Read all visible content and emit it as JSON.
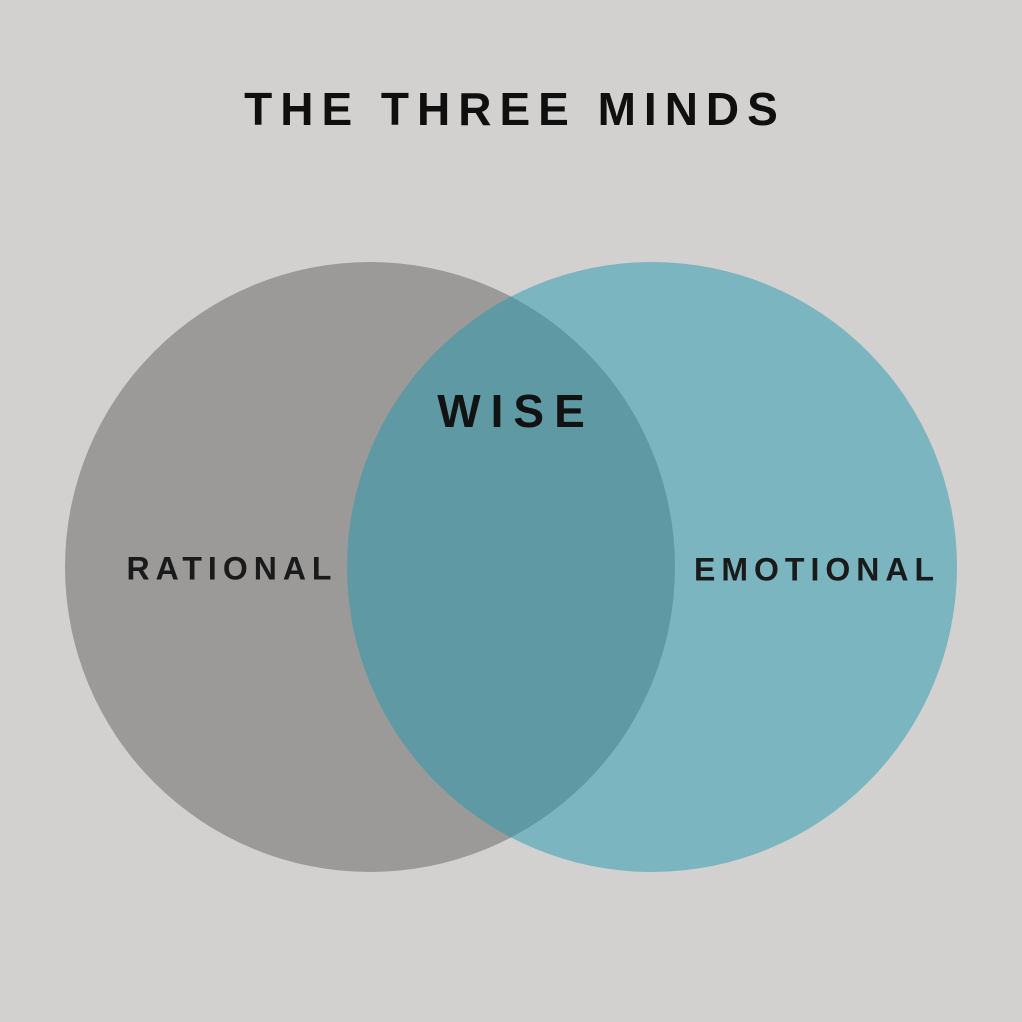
{
  "title": "THE THREE MINDS",
  "labels": {
    "left": "RATIONAL",
    "right": "EMOTIONAL",
    "overlap": "WISE"
  },
  "colors": {
    "background": "#d2d1d0",
    "rational_circle": "#9b9a99",
    "emotional_circle": "rgba(35, 153, 175, 0.5)",
    "emotional_circle_apparent": "#7cb9c4",
    "overlap_apparent": "#5f99a4",
    "title_text": "#0f0f0f",
    "label_text": "#1a1a1a"
  },
  "diagram": {
    "type": "venn",
    "sets": [
      {
        "name": "RATIONAL"
      },
      {
        "name": "EMOTIONAL"
      }
    ],
    "intersection_label": "WISE"
  }
}
